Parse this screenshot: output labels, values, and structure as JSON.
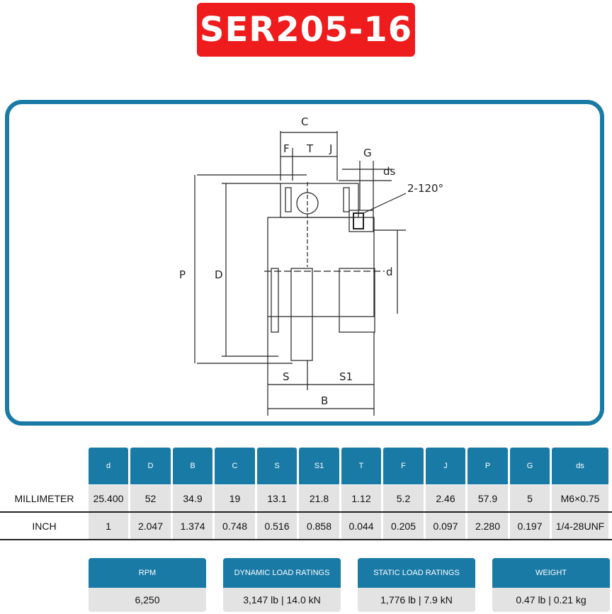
{
  "title": "SER205-16",
  "drawing": {
    "labels": {
      "C": "C",
      "F": "F",
      "T": "T",
      "J": "J",
      "G": "G",
      "ds": "ds",
      "angle": "2-120°",
      "P": "P",
      "D": "D",
      "d": "d",
      "S": "S",
      "S1": "S1",
      "B": "B"
    }
  },
  "dimensions": {
    "headers": [
      "d",
      "D",
      "B",
      "C",
      "S",
      "S1",
      "T",
      "F",
      "J",
      "P",
      "G",
      "ds"
    ],
    "rows": [
      {
        "label": "MILLIMETER",
        "values": [
          "25.400",
          "52",
          "34.9",
          "19",
          "13.1",
          "21.8",
          "1.12",
          "5.2",
          "2.46",
          "57.9",
          "5",
          "M6×0.75"
        ]
      },
      {
        "label": "INCH",
        "values": [
          "1",
          "2.047",
          "1.374",
          "0.748",
          "0.516",
          "0.858",
          "0.044",
          "0.205",
          "0.097",
          "2.280",
          "0.197",
          "1/4-28UNF"
        ]
      }
    ]
  },
  "ratings": [
    {
      "label": "RPM",
      "value": "6,250"
    },
    {
      "label": "DYNAMIC LOAD RATINGS",
      "value": "3,147 lb | 14.0 kN"
    },
    {
      "label": "STATIC LOAD RATINGS",
      "value": "1,776 lb | 7.9 kN"
    },
    {
      "label": "WEIGHT",
      "value": "0.47 lb | 0.21 kg"
    }
  ]
}
